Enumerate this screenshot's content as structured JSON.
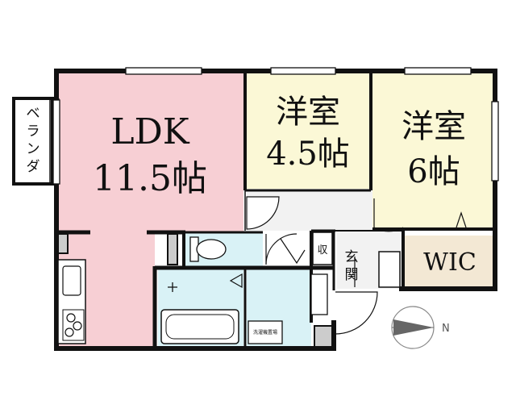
{
  "rooms": {
    "ldk": {
      "name": "LDK",
      "size": "11.5帖"
    },
    "western1": {
      "name": "洋室",
      "size": "4.5帖"
    },
    "western2": {
      "name": "洋室",
      "size": "6帖"
    },
    "wic": {
      "name": "WIC"
    },
    "entrance": {
      "char1": "玄",
      "char2": "関"
    },
    "storage": {
      "name": "収"
    },
    "veranda": {
      "chars": [
        "ベ",
        "ラ",
        "ン",
        "ダ"
      ]
    },
    "washer": {
      "label": "洗濯機置場"
    }
  },
  "compass": {
    "label": "N"
  },
  "colors": {
    "ldk": "#f7cfd4",
    "western": "#fbf8d6",
    "wic": "#f3e8d4",
    "wet": "#d9f2f6",
    "hall": "#f2f2f2",
    "wall": "#111111"
  }
}
